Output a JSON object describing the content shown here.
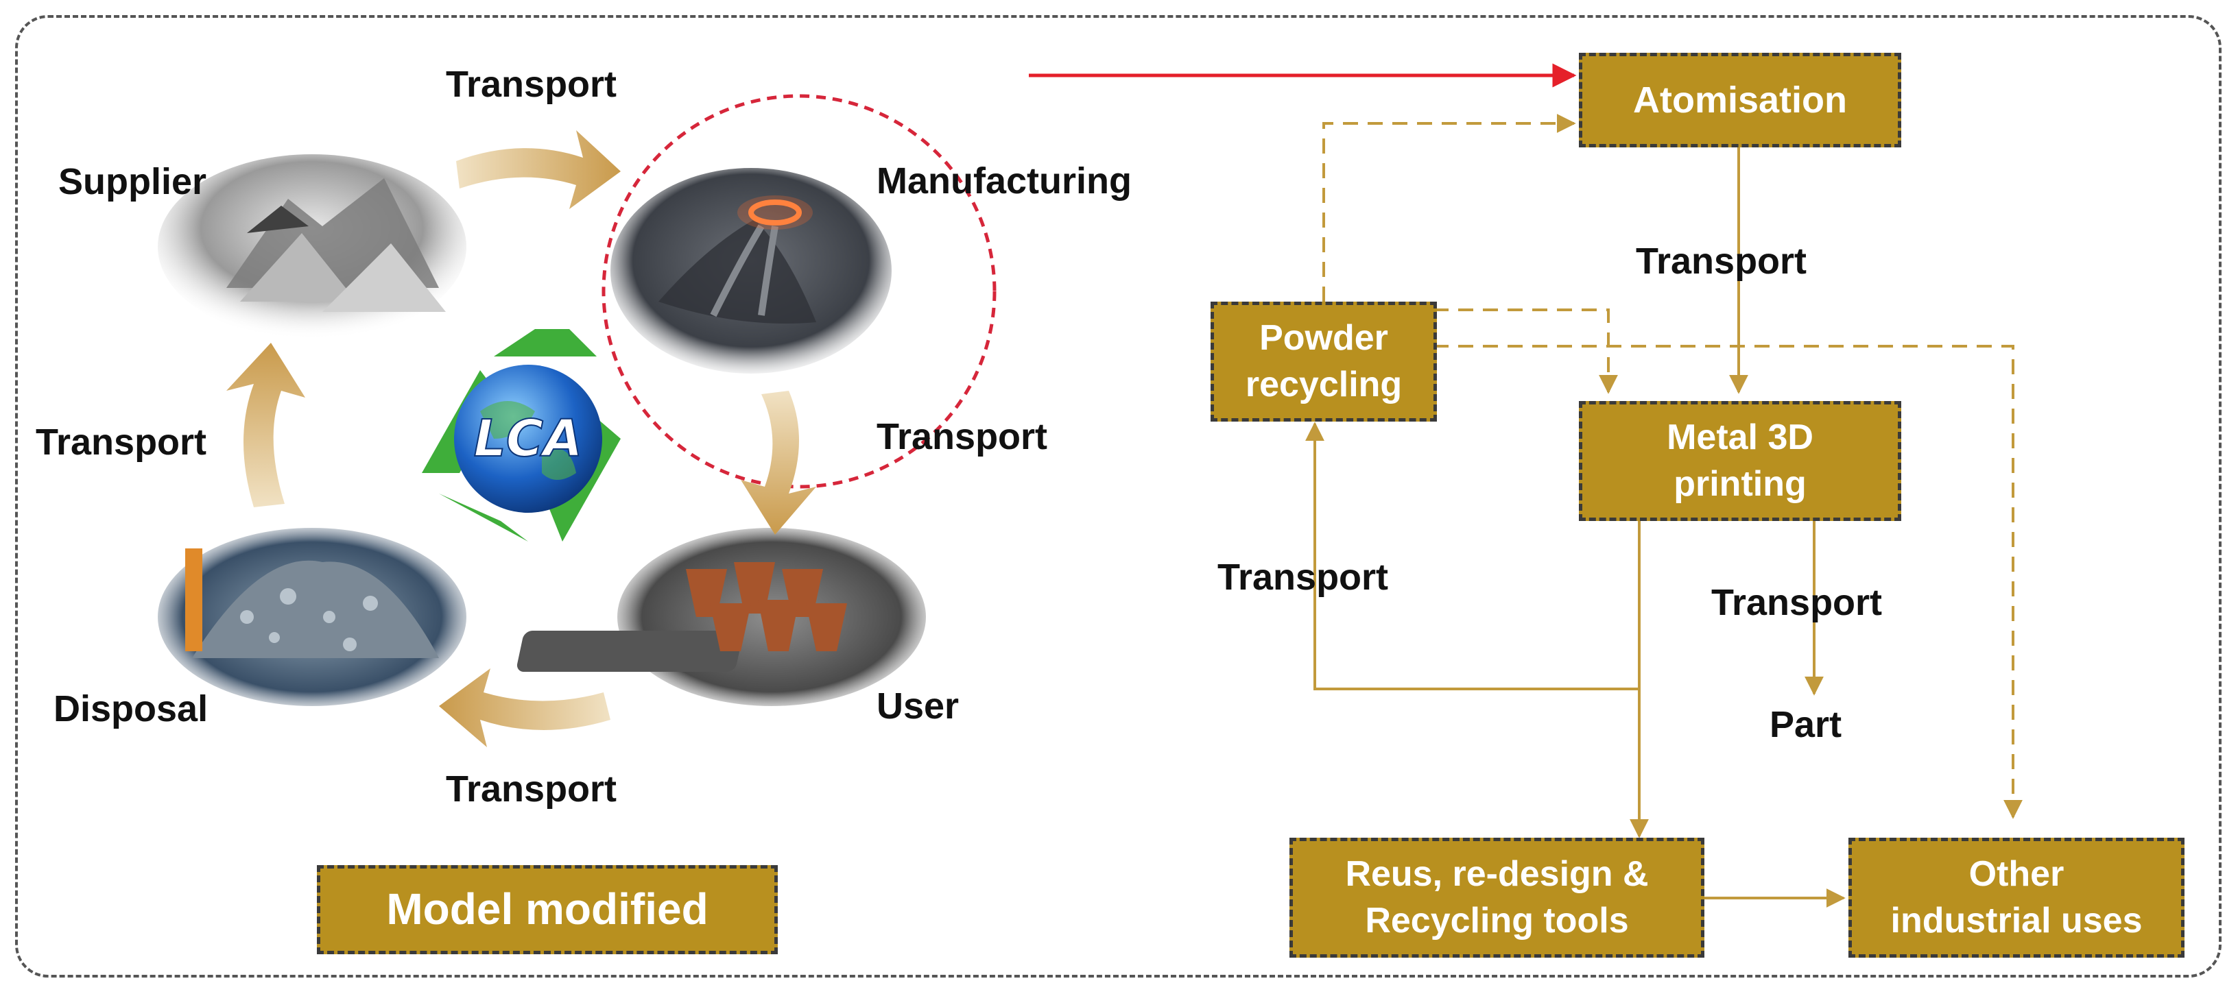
{
  "lifecycle": {
    "supplier": "Supplier",
    "manufacturing": "Manufacturing",
    "user": "User",
    "disposal": "Disposal",
    "transport_top": "Transport",
    "transport_right": "Transport",
    "transport_bottom": "Transport",
    "transport_left": "Transport",
    "lca": "LCA",
    "model_modified": "Model modified"
  },
  "flow": {
    "atomisation": "Atomisation",
    "metal_3d_printing": "Metal 3D\nprinting",
    "powder_recycling": "Powder\nrecycling",
    "reuse_tools": "Reus, re-design &\nRecycling tools",
    "other_uses": "Other\nindustrial uses",
    "part": "Part",
    "transport_atom_print": "Transport",
    "transport_recycle": "Transport",
    "transport_part": "Transport"
  },
  "colors": {
    "box_fill": "#b8901f",
    "line": "#c29a3c",
    "highlight_arrow": "#e5202a",
    "highlight_circle": "#d6263a",
    "recycle_green": "#3fae3a",
    "globe_blue": "#1c62c4"
  }
}
